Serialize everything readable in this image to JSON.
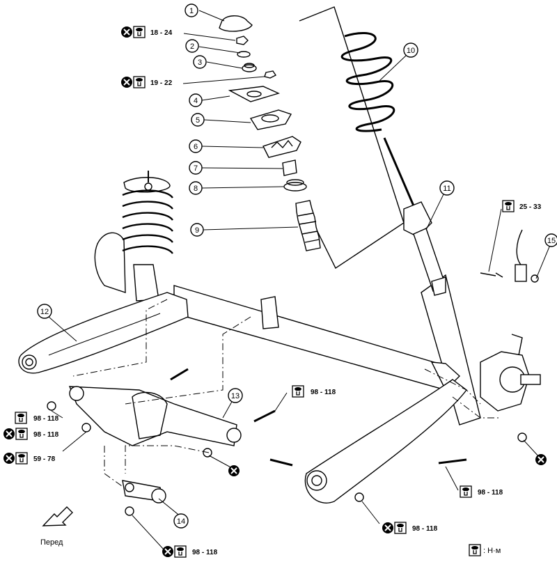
{
  "callouts": {
    "c1": "1",
    "c2": "2",
    "c3": "3",
    "c4": "4",
    "c5": "5",
    "c6": "6",
    "c7": "7",
    "c8": "8",
    "c9": "9",
    "c10": "10",
    "c11": "11",
    "c12": "12",
    "c13": "13",
    "c14": "14",
    "c15": "15"
  },
  "torques": {
    "t_18_24": "18 - 24",
    "t_19_22": "19 - 22",
    "t_25_33": "25 - 33",
    "t_98_118_13": "98 - 118",
    "t_98_118_l1": "98 - 118",
    "t_98_118_l2": "98 - 118",
    "t_59_78": "59 - 78",
    "t_98_118_r1": "98 - 118",
    "t_98_118_r2": "98 - 118",
    "t_98_118_b": "98 - 118"
  },
  "legend": {
    "unit": ": Н·м"
  },
  "front": {
    "label": "Перед"
  },
  "icons": {
    "torque": "torque-wrench-icon",
    "replace": "do-not-reuse-icon",
    "arrow": "front-direction-arrow-icon"
  }
}
